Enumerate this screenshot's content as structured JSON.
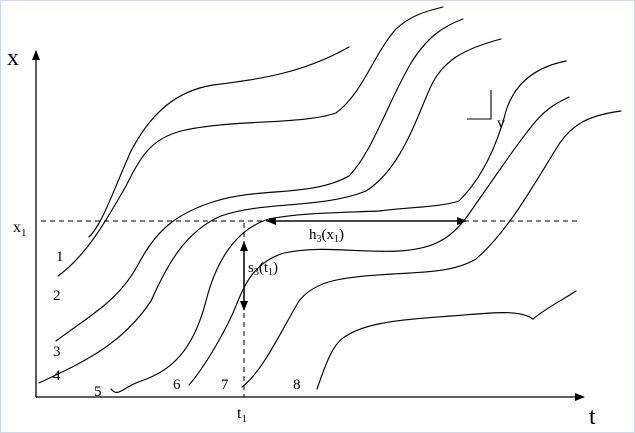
{
  "axes": {
    "y_label": "x",
    "x_label": "t",
    "x1_label": "x",
    "x1_sub": "1",
    "t1_label": "t",
    "t1_sub": "1"
  },
  "annotations": {
    "h_base": "h",
    "h_sub": "3",
    "h_arg": "(x",
    "h_arg_sub": "1",
    "h_close": ")",
    "s_base": "s",
    "s_sub": "3",
    "s_arg": "(t",
    "s_arg_sub": "1",
    "s_close": ")",
    "v": "v"
  },
  "curve_labels": [
    "1",
    "2",
    "3",
    "4",
    "5",
    "6",
    "7",
    "8"
  ]
}
